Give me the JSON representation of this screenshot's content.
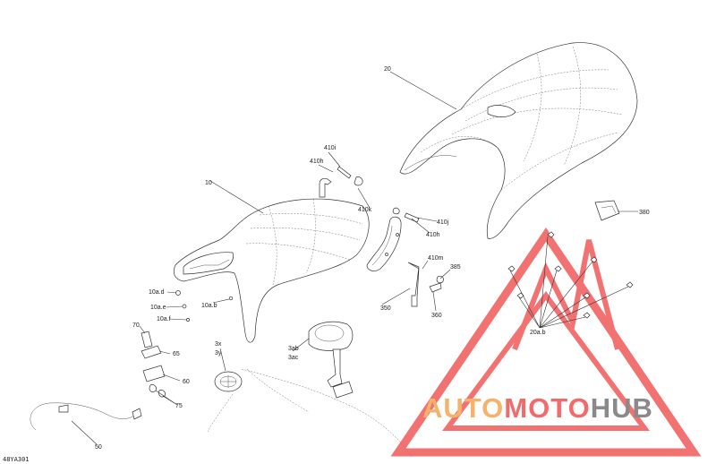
{
  "labels": {
    "p20": "20",
    "p10": "10",
    "p410i": "410i",
    "p410h_top": "410h",
    "p410k": "410k",
    "p410j": "410j",
    "p410h_bot": "410h",
    "p410m": "410m",
    "p385": "385",
    "p380": "380",
    "p350": "350",
    "p360": "360",
    "p10ad": "10a.d",
    "p10ae": "10a.e",
    "p10af": "10a.f",
    "p10ab": "10a.b",
    "p70": "70",
    "p65": "65",
    "p60": "60",
    "p75": "75",
    "p3x": "3x",
    "p3y": "3y",
    "p3ab": "3ab",
    "p3ac": "3ac",
    "p50": "50",
    "p20ab": "20a.b"
  },
  "reference_code": "48YA301",
  "watermark": {
    "word_auto": "AUTO",
    "word_moto": "MOTO",
    "word_hub": "HUB",
    "color_auto": "#f5b26b",
    "color_moto": "#f26b6b",
    "color_hub": "#8a8a8a",
    "color_logo": "#f05a5a"
  }
}
